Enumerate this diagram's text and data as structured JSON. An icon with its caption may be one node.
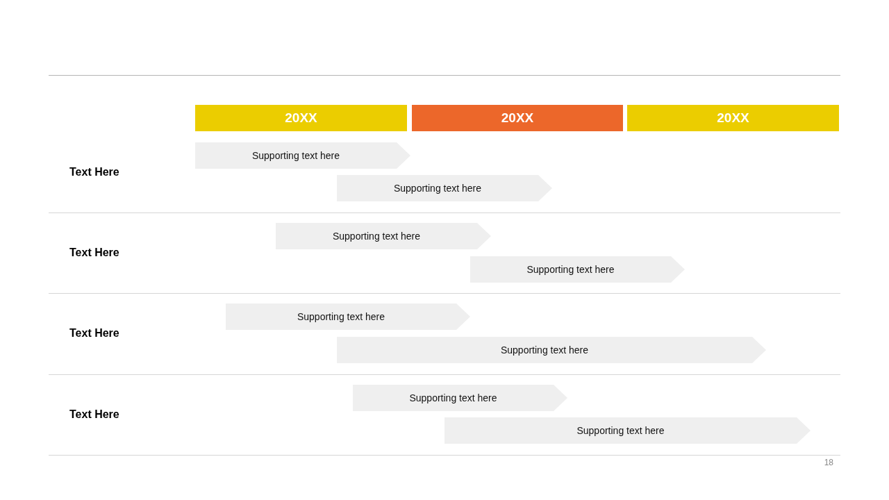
{
  "diagram": {
    "nodes": [
      {
        "text": [
          "20XX"
        ]
      },
      {
        "text": [
          "20XX"
        ]
      },
      {
        "text": [
          "20XX"
        ]
      },
      {
        "text": [
          "Text Here"
        ]
      },
      {
        "text": [
          "Supporting text here"
        ]
      },
      {
        "text": [
          "Supporting text here"
        ]
      },
      {
        "text": [
          "Text Here"
        ]
      },
      {
        "text": [
          "Supporting text here"
        ]
      },
      {
        "text": [
          "Supporting text here"
        ]
      },
      {
        "text": [
          "Text Here"
        ]
      },
      {
        "text": [
          "Supporting text here"
        ]
      },
      {
        "text": [
          "Supporting text here"
        ]
      },
      {
        "text": [
          "Text Here"
        ]
      },
      {
        "text": [
          "Supporting text here"
        ]
      },
      {
        "text": [
          "Supporting text here"
        ]
      }
    ],
    "labels": [
      "18"
    ]
  }
}
